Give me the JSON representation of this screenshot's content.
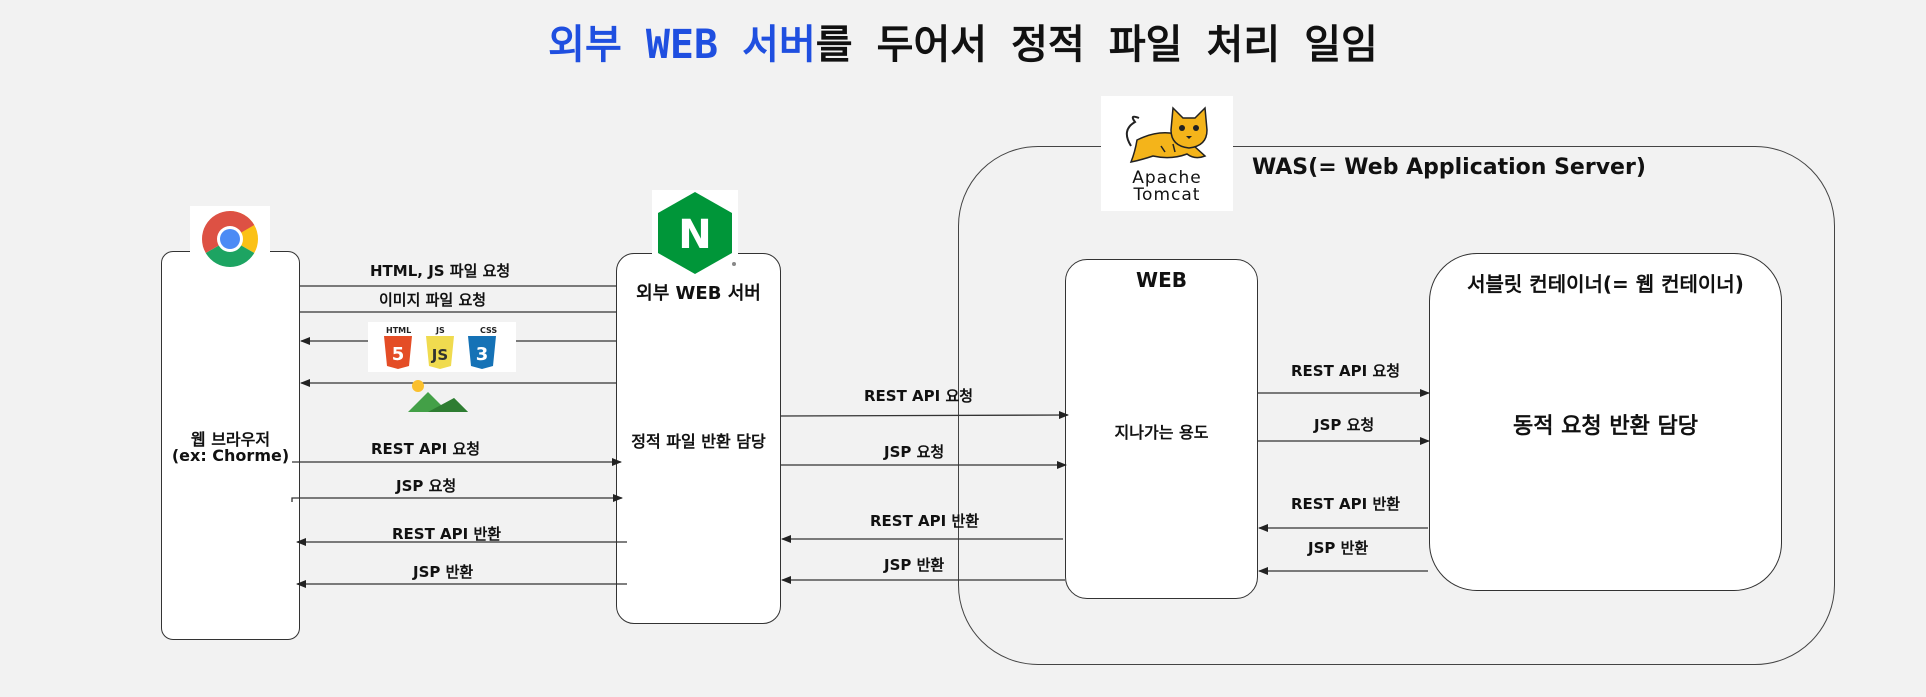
{
  "title": {
    "highlight": "외부 WEB 서버",
    "rest": "를 두어서 정적 파일 처리 일임"
  },
  "browser": {
    "line1": "웹 브라우저",
    "line2": "(ex: Chorme)"
  },
  "nginx": {
    "name": "외부 WEB 서버",
    "desc": "정적 파일 반환 담당",
    "logo_letter": "N"
  },
  "was": {
    "label": "WAS(= Web Application Server)",
    "tomcat_line1": "Apache",
    "tomcat_line2": "Tomcat"
  },
  "web": {
    "name": "WEB",
    "desc": "지나가는 용도"
  },
  "servlet": {
    "name": "서블릿 컨테이너(= 웹 컨테이너)",
    "desc": "동적 요청 반환 담당"
  },
  "file_icons": {
    "html": "HTML",
    "js": "JS",
    "css": "CSS"
  },
  "arrows_browser_nginx": {
    "html_js_request": "HTML, JS 파일 요청",
    "image_request": "이미지 파일 요청",
    "rest_request": "REST API 요청",
    "jsp_request": "JSP 요청",
    "rest_response": "REST API 반환",
    "jsp_response": "JSP 반환"
  },
  "arrows_nginx_web": {
    "rest_request": "REST API 요청",
    "jsp_request": "JSP 요청",
    "rest_response": "REST API 반환",
    "jsp_response": "JSP 반환"
  },
  "arrows_web_servlet": {
    "rest_request": "REST API 요청",
    "jsp_request": "JSP 요청",
    "rest_response": "REST API 반환",
    "jsp_response": "JSP 반환"
  },
  "colors": {
    "title_highlight": "#1f4fe0",
    "nginx_green": "#009639",
    "tomcat_yellow": "#f4b41a"
  }
}
